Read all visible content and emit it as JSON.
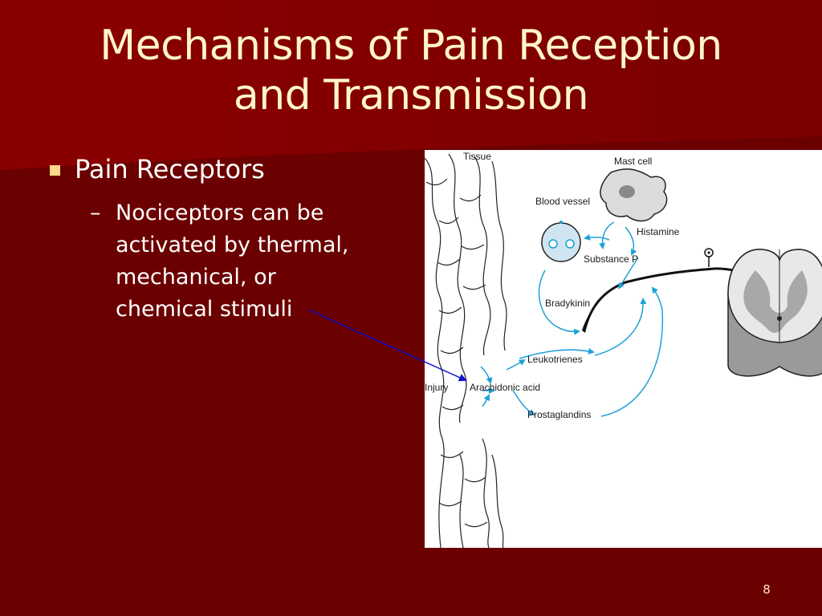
{
  "slide": {
    "title_line1": "Mechanisms of Pain Reception",
    "title_line2": "and Transmission",
    "bullet": "Pain Receptors",
    "sub_dash": "–",
    "sub_lines": [
      "Nociceptors can be",
      "activated by thermal,",
      "mechanical, or",
      "chemical stimuli"
    ],
    "page_number": "8"
  },
  "figure": {
    "labels": {
      "tissue": "Tissue",
      "mast_cell": "Mast cell",
      "blood_vessel": "Blood vessel",
      "histamine": "Histamine",
      "substance_p": "Substance P",
      "bradykinin": "Bradykinin",
      "leukotrienes": "Leukotrienes",
      "injury": "Injury",
      "arachidonic_acid": "Arachidonic acid",
      "prostaglandins": "Prostaglandins"
    }
  },
  "colors": {
    "background": "#6b0000",
    "title": "#fff6c8",
    "bullet": "#ffd98a",
    "arrow": "#1ea0d8",
    "pointer": "#1010cc"
  }
}
